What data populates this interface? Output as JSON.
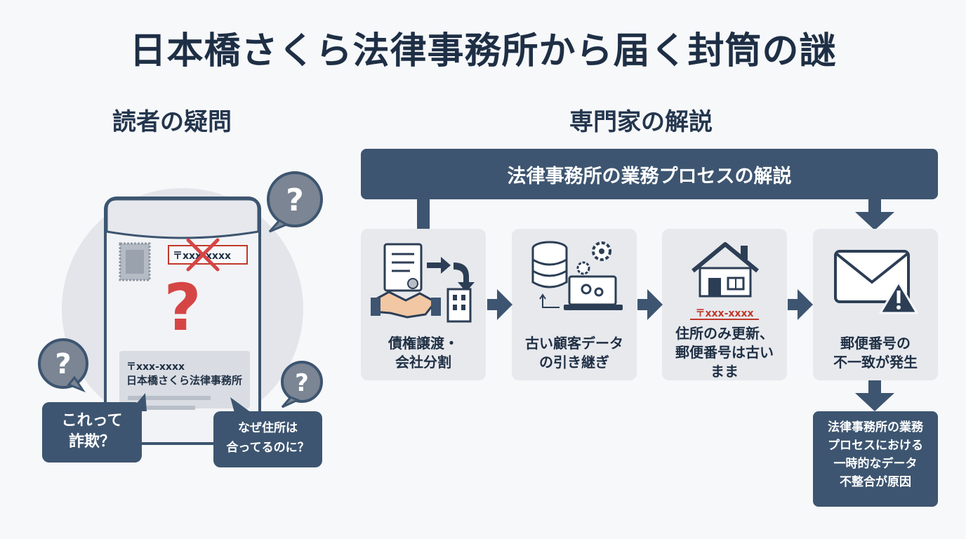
{
  "title": "日本橋さくら法律事務所から届く封筒の謎",
  "left_section": {
    "heading": "読者の疑問",
    "stamp_postal": "〒xxx-xxxx",
    "address_postal": "〒xxx-xxxx",
    "address_name": "日本橋さくら法律事務所",
    "bubble_left": [
      "これって",
      "詐欺？"
    ],
    "bubble_right": [
      "なぜ住所は",
      "合ってるのに？"
    ]
  },
  "right_section": {
    "heading": "専門家の解説",
    "banner": "法律事務所の業務プロセスの解説",
    "steps": [
      {
        "lines": [
          "債権譲渡・",
          "会社分割"
        ]
      },
      {
        "lines": [
          "古い顧客データ",
          "の引き継ぎ"
        ]
      },
      {
        "lines": [
          "住所のみ更新、",
          "郵便番号は古い",
          "まま"
        ],
        "postal": "〒xxx-xxxx"
      },
      {
        "lines": [
          "郵便番号の",
          "不一致が発生"
        ]
      }
    ],
    "result": [
      "法律事務所の業務",
      "プロセスにおける",
      "一時的なデータ",
      "不整合が原因"
    ]
  },
  "colors": {
    "navy": "#3d5570",
    "red": "#d64545",
    "panel": "#e7e9ed"
  }
}
